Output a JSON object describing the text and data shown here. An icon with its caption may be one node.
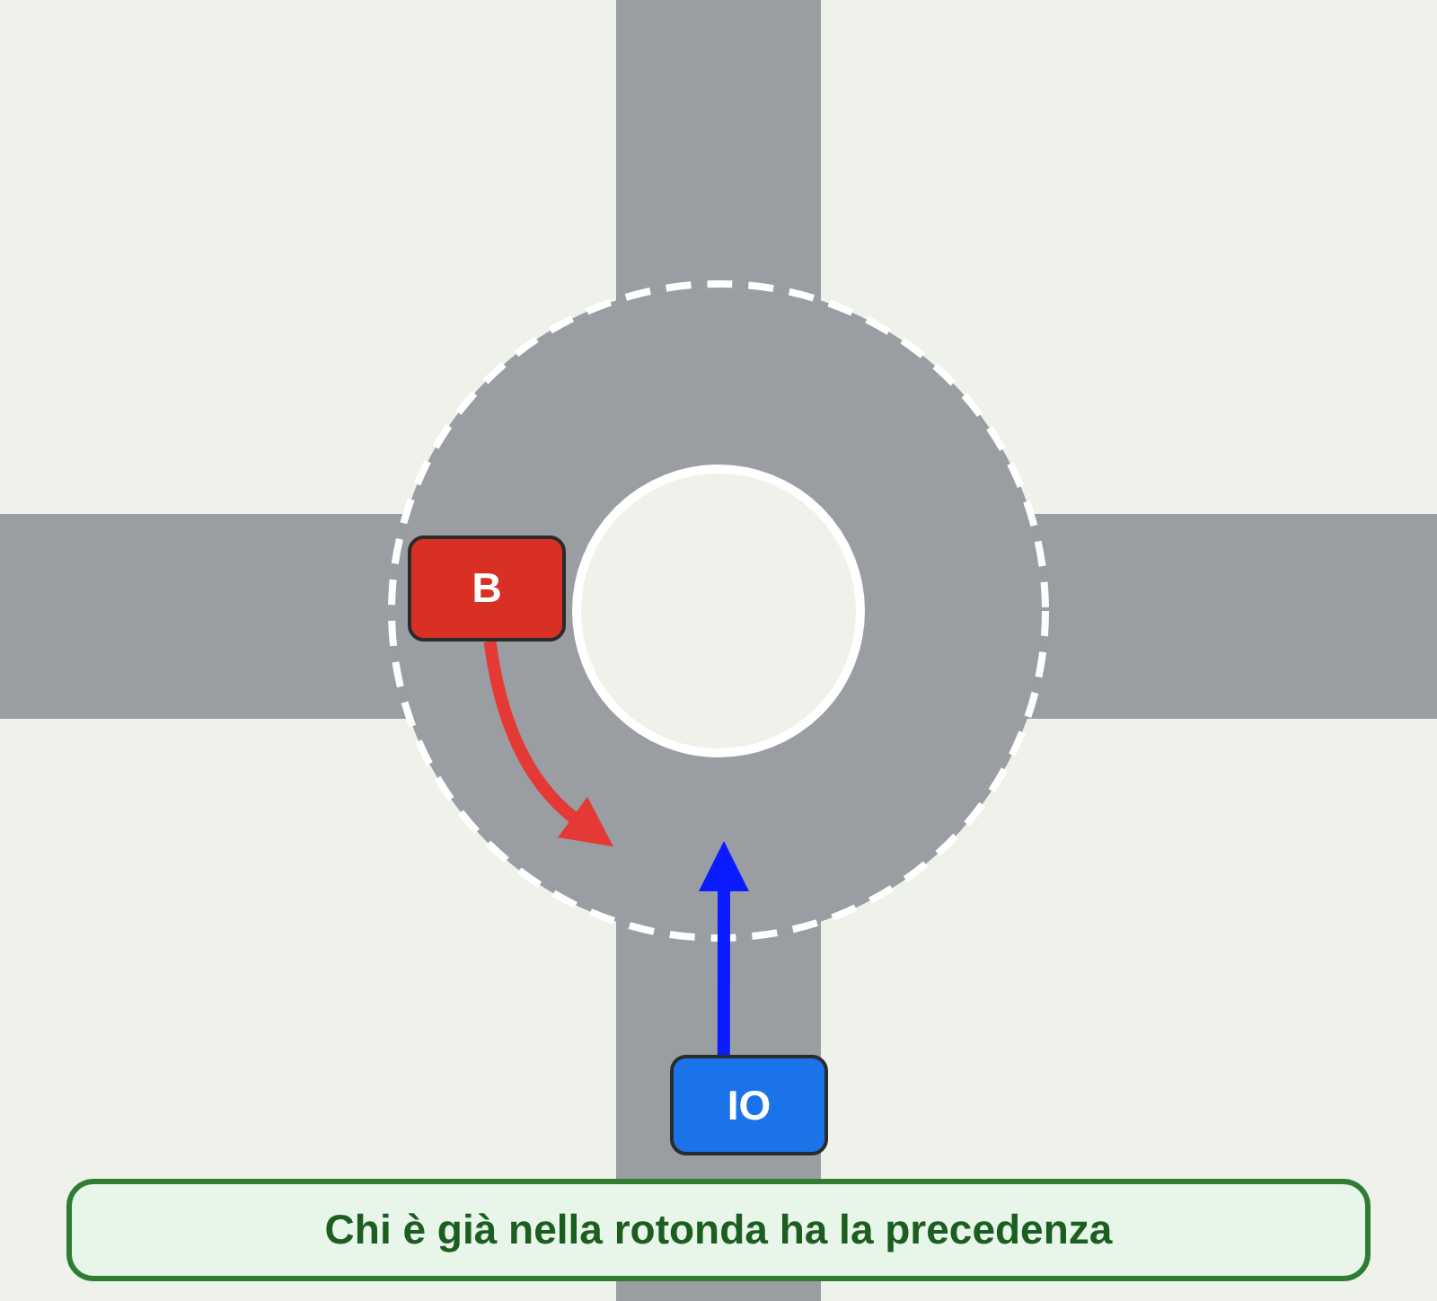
{
  "diagram": {
    "caption": "Chi è già nella rotonda ha la precedenza",
    "nodes": [
      {
        "text": [
          "B"
        ]
      },
      {
        "text": [
          "IO"
        ]
      }
    ],
    "edges": [
      {
        "from": 0,
        "to": null,
        "arrow": "to",
        "color": "#e53935"
      },
      {
        "from": 1,
        "to": null,
        "arrow": "to",
        "color": "#0a1cff"
      }
    ]
  }
}
